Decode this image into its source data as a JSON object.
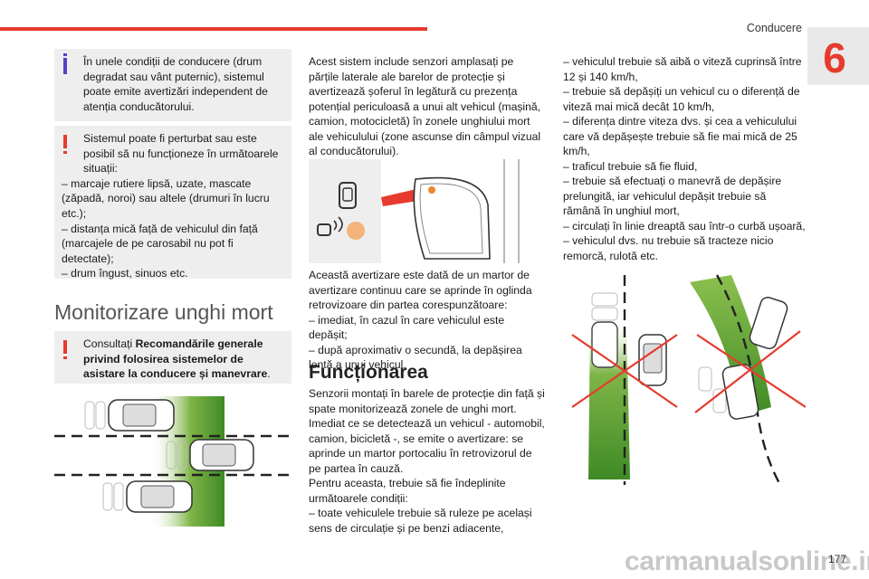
{
  "header": {
    "chapter_title": "Conducere",
    "chapter_number": "6",
    "accent_color": "#e63b2e"
  },
  "left": {
    "info_note": {
      "icon": "info-icon",
      "line1": "În unele condiții de conducere (drum degradat sau vânt puternic), sistemul poate emite avertizări independent de atenția conducătorului."
    },
    "warning_note": {
      "icon": "warning-icon",
      "intro": "Sistemul poate fi perturbat sau este posibil să nu funcționeze în următoarele situații:",
      "items": [
        "– marcaje rutiere lipsă, uzate, mascate (zăpadă, noroi) sau altele (drumuri în lucru etc.);",
        "– distanța mică față de vehiculul din față (marcajele de pe carosabil nu pot fi detectate);",
        "– drum îngust, sinuos etc."
      ]
    },
    "section_title": "Monitorizare unghi mort",
    "consult_note": {
      "icon": "warning-icon",
      "prefix": "Consultați ",
      "bold": "Recomandările generale privind folosirea sistemelor de asistare la conducere și manevrare",
      "suffix": "."
    }
  },
  "middle": {
    "intro": "Acest sistem include senzori amplasați pe părțile laterale ale barelor de protecție și avertizează șoferul în legătură cu prezența potențial periculoasă a unui alt vehicul (mașină, camion, motocicletă) în zonele unghiului mort ale vehiculului (zone ascunse din câmpul vizual al conducătorului).",
    "warning_text": "Această avertizare este dată de un martor de avertizare continuu care se aprinde în oglinda retrovizoare din partea corespunzătoare:",
    "warning_items": [
      "– imediat, în cazul în care vehiculul este depășit;",
      "– după aproximativ o secundă, la depășirea lentă a unui vehicul."
    ],
    "subhead": "Funcționarea",
    "operation": [
      "Senzorii montați în barele de protecție din față și spate monitorizează zonele de unghi mort.",
      "Imediat ce se detectează un vehicul - automobil, camion, bicicletă -, se emite o avertizare: se aprinde un martor portocaliu în retrovizorul de pe partea în cauză.",
      "Pentru aceasta, trebuie să fie îndeplinite următoarele condiții:",
      "– toate vehiculele trebuie să ruleze pe același sens de circulație și pe benzi adiacente,"
    ]
  },
  "right": {
    "conditions": [
      "– vehiculul trebuie să aibă o viteză cuprinsă între 12 și 140 km/h,",
      "– trebuie să depășiți un vehicul cu o diferență de viteză mai mică decât 10 km/h,",
      "– diferența dintre viteza dvs. și cea a vehiculului care vă depășește trebuie să fie mai mică de 25 km/h,",
      "– traficul trebuie să fie fluid,",
      "– trebuie să efectuați o manevră de depășire prelungită, iar vehiculul depășit trebuie să rămână în unghiul mort,",
      "– circulați în linie dreaptă sau într-o curbă ușoară,",
      "– vehiculul dvs. nu trebuie să tracteze nicio remorcă, rulotă etc."
    ]
  },
  "footer": {
    "page_number": "177",
    "watermark": "carmanualsonline.info"
  }
}
